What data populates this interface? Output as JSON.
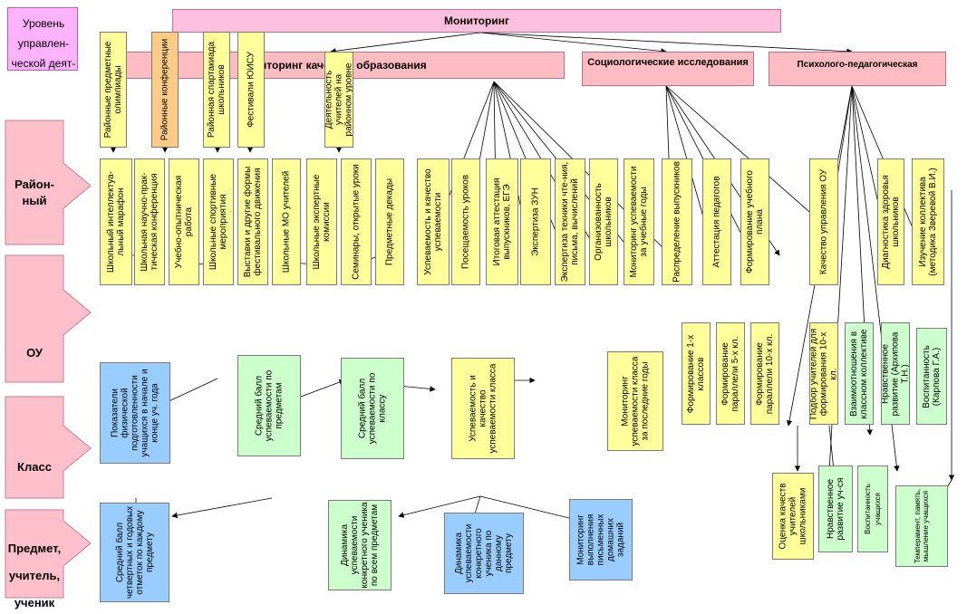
{
  "levels": {
    "management": "Уровень управлен-ческой деят-ти",
    "district": "Район-ный",
    "school": "ОУ",
    "class": "Класс",
    "subject_1": "Предмет,",
    "subject_2": "учитель,",
    "subject_3": "ученик"
  },
  "top": {
    "monitoring": "Мониторинг",
    "quality": "Мониторинг качества образования",
    "sociological": "Социологические исследования",
    "psych": "Психолого-педагогическая диагностика"
  },
  "quality_items": [
    "Районные предметные олимпиады",
    "Районные конференции",
    "Районная спартакиада школьников",
    "Фестивали ЮИСУ",
    "Деятельность учителей на районном уровне"
  ],
  "district_items": [
    "Школьный интеллектуа-льный марафон",
    "Школьная научно-прак-тическая конференция",
    "Учебно-опытническая работа",
    "Школьные спортивные мероприятия",
    "Выставки и другие формы фестивального движения",
    "Школьные МО учителей",
    "Школьные экспертные комиссии",
    "Семинары, открытые уроки",
    "Предметные декады",
    "Успеваемость и качество успеваемости",
    "Посещаемость уроков",
    "Итоговая аттестация выпускников, ЕГЭ",
    "Экспертиза ЗУН",
    "Экспертиза техники чте-ния, письма, вычислений",
    "Организованность школьников",
    "Мониторинг успеваемости за учебные годы",
    "Распределение выпускников",
    "Аттестация педагогов",
    "Формирование учебного плана",
    "Качество управления ОУ",
    "Диагностика здоровья школьников",
    "Изучение коллектива (методика Зверевой В.И.)"
  ],
  "school_items": [
    "Формирование 1-х классов",
    "Формирование параллели 5-х кл.",
    "Формирование параллели 10-х кл.",
    "Подбор учителей для формирования 10-х кл.",
    "Взаимоотношения в классном коллективе",
    "Нравственное развитие (Архипова Т.Н.)",
    "Воспитанность (Карпова Г.А.)"
  ],
  "class_items": [
    "Показатели физической подготовленности учащихся в начале и конце уч. года",
    "Средний балл успеваемости по предметам",
    "Средний балл успеваемости по классу",
    "Успеваемость и качество успеваемости класса",
    "Мониторинг успеваемости класса за последние годы"
  ],
  "subject_items": [
    "Средний балл четвертных и годовых отметок по каждому предмету",
    "Динамика успеваемости конкретного ученика по всем предметам",
    "Динамика успеваемости конкретного ученика по данному предмету",
    "Мониторинг выполнения письменных домашних заданий",
    "Оценка качеств учителей школьниками",
    "Нравственное развитие уч-ся",
    "Воспитанность учащихся",
    "Темперамент, память, мышление учащихся"
  ]
}
